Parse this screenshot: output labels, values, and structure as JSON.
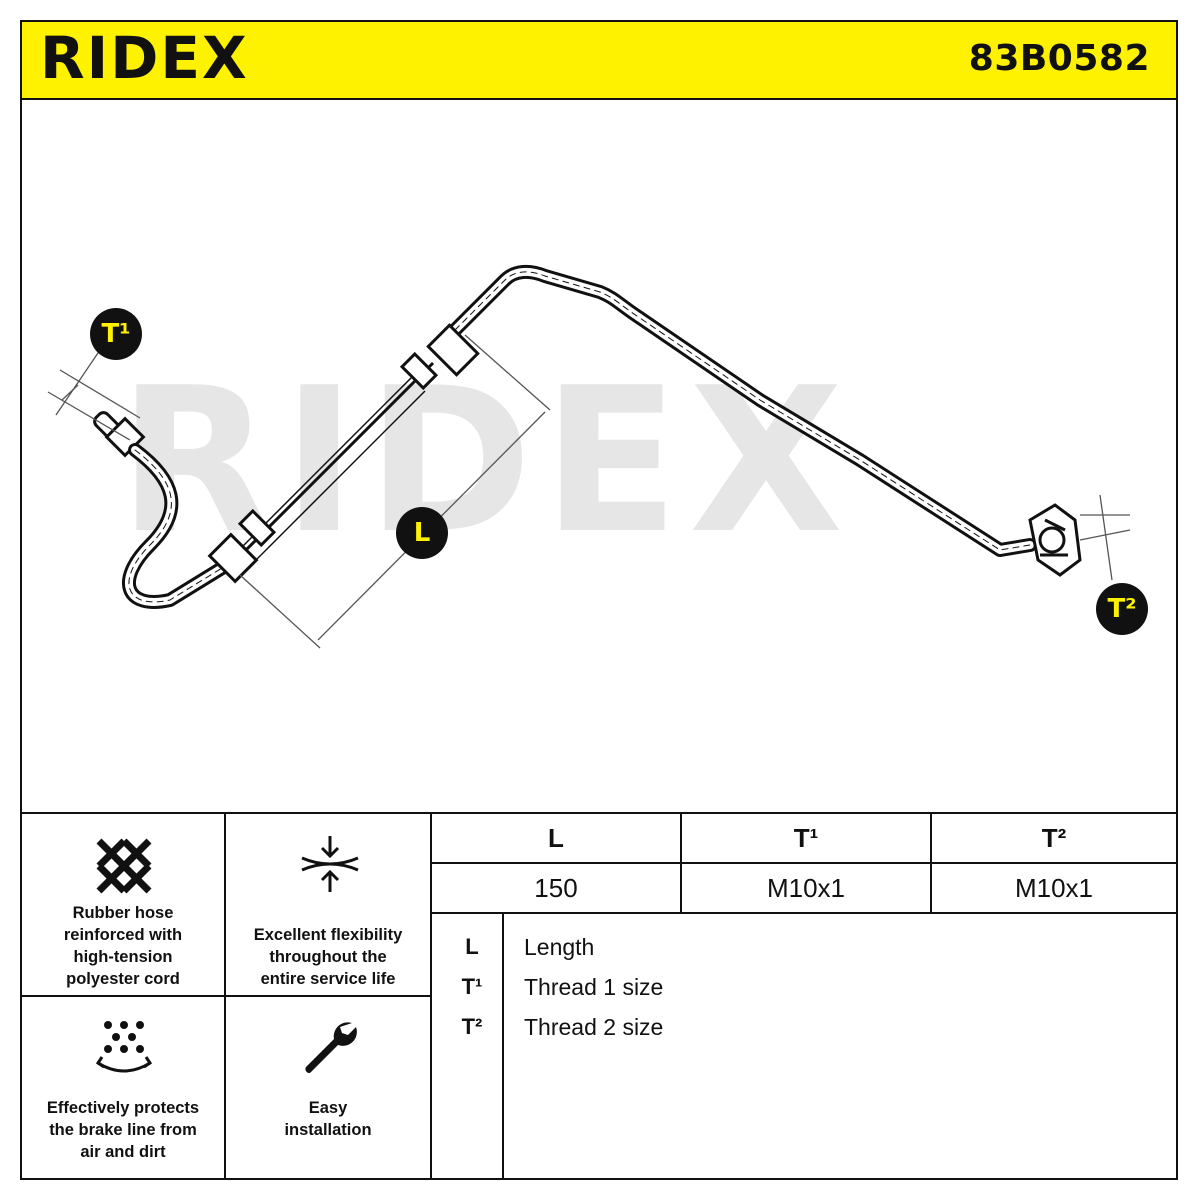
{
  "brand": {
    "logo_text": "RIDEX",
    "accent_color": "#fff200"
  },
  "part_number": "83B0582",
  "watermark_text": "RIDEX",
  "callouts": {
    "t1": "T¹",
    "l": "L",
    "t2": "T²"
  },
  "features": [
    {
      "icon": "crosshatch-cord-icon",
      "text": [
        "Rubber hose",
        "reinforced with",
        "high-tension",
        "polyester cord"
      ]
    },
    {
      "icon": "compression-arrows-icon",
      "text": [
        "Excellent flexibility",
        "throughout the",
        "entire service life"
      ]
    },
    {
      "icon": "dirt-shield-icon",
      "text": [
        "Effectively protects",
        "the brake line from",
        "air and dirt"
      ]
    },
    {
      "icon": "wrench-icon",
      "text": [
        "Easy",
        "installation"
      ]
    }
  ],
  "spec_table": {
    "headers": [
      "L",
      "T¹",
      "T²"
    ],
    "values": [
      "150",
      "M10x1",
      "M10x1"
    ]
  },
  "legend": [
    {
      "key": "L",
      "label": "Length"
    },
    {
      "key": "T¹",
      "label": "Thread 1 size"
    },
    {
      "key": "T²",
      "label": "Thread 2 size"
    }
  ]
}
